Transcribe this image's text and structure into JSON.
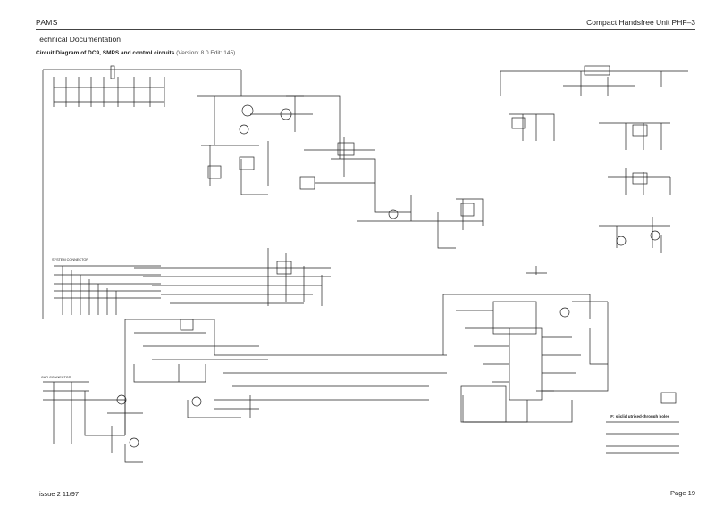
{
  "header": {
    "left": "PAMS",
    "right": "Compact Handsfree Unit PHF–3",
    "subtitle": "Technical Documentation"
  },
  "caption": {
    "title": "Circuit Diagram of DC9, SMPS and control circuits",
    "version": "(Version: 8.0  Edit: 145)"
  },
  "diagram": {
    "labels": {
      "system_connector": "SYSTEM CONNECTOR",
      "car_connector": "CAR CONNECTOR",
      "note": "IF: siiclid utriked-through holes"
    }
  },
  "footer": {
    "left": "issue 2 11/97",
    "right": "Page 19"
  }
}
